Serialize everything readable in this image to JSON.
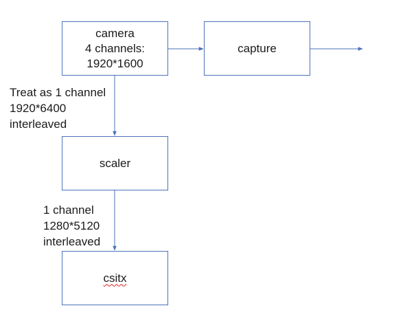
{
  "nodes": {
    "camera": {
      "lines": [
        "camera",
        "4 channels:",
        "1920*1600"
      ]
    },
    "capture": {
      "label": "capture"
    },
    "scaler": {
      "label": "scaler"
    },
    "csitx": {
      "label": "csitx"
    }
  },
  "edges": {
    "camera_to_scaler": {
      "lines": [
        "Treat as 1 channel",
        "1920*6400",
        "interleaved"
      ]
    },
    "scaler_to_csitx": {
      "lines": [
        "1 channel",
        "1280*5120",
        "interleaved"
      ]
    }
  },
  "colors": {
    "box_border": "#4a72b8",
    "arrow": "#4a72b8",
    "text": "#1a1a1a",
    "spellcheck_underline": "#dd2222"
  }
}
